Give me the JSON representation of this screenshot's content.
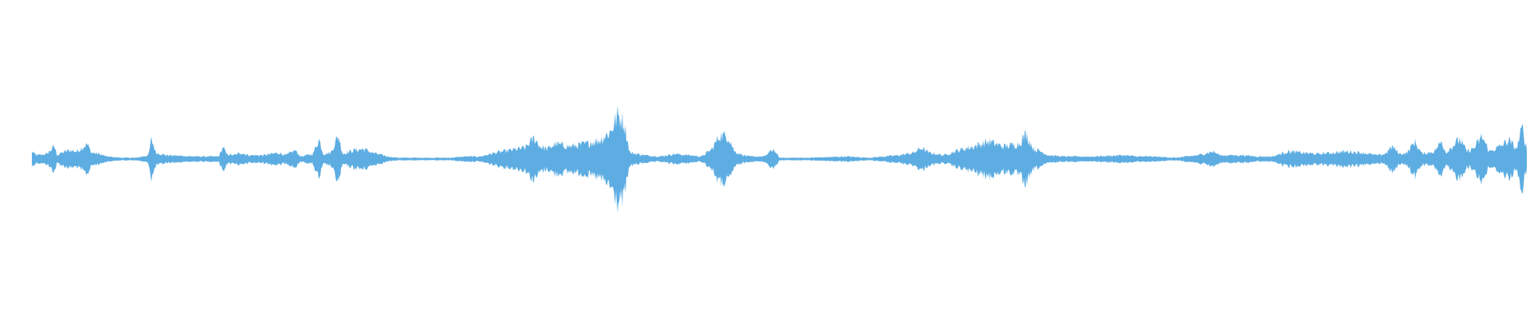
{
  "waveform": {
    "color": "#5DADE2",
    "background": "#ffffff",
    "amplitude_range": [
      -1,
      1
    ],
    "time_range": [
      0,
      1
    ],
    "envelope": [
      [
        0.0,
        0.06
      ],
      [
        0.003,
        0.03
      ],
      [
        0.01,
        0.04
      ],
      [
        0.015,
        0.1
      ],
      [
        0.017,
        0.03
      ],
      [
        0.02,
        0.05
      ],
      [
        0.025,
        0.07
      ],
      [
        0.03,
        0.06
      ],
      [
        0.037,
        0.12
      ],
      [
        0.04,
        0.05
      ],
      [
        0.045,
        0.04
      ],
      [
        0.05,
        0.02
      ],
      [
        0.06,
        0.01
      ],
      [
        0.07,
        0.01
      ],
      [
        0.078,
        0.03
      ],
      [
        0.08,
        0.16
      ],
      [
        0.083,
        0.05
      ],
      [
        0.09,
        0.03
      ],
      [
        0.11,
        0.02
      ],
      [
        0.12,
        0.02
      ],
      [
        0.125,
        0.02
      ],
      [
        0.128,
        0.1
      ],
      [
        0.13,
        0.04
      ],
      [
        0.135,
        0.03
      ],
      [
        0.14,
        0.05
      ],
      [
        0.145,
        0.03
      ],
      [
        0.155,
        0.03
      ],
      [
        0.165,
        0.05
      ],
      [
        0.17,
        0.03
      ],
      [
        0.176,
        0.07
      ],
      [
        0.18,
        0.02
      ],
      [
        0.188,
        0.04
      ],
      [
        0.192,
        0.16
      ],
      [
        0.195,
        0.04
      ],
      [
        0.2,
        0.05
      ],
      [
        0.205,
        0.19
      ],
      [
        0.208,
        0.04
      ],
      [
        0.215,
        0.07
      ],
      [
        0.222,
        0.08
      ],
      [
        0.228,
        0.05
      ],
      [
        0.238,
        0.02
      ],
      [
        0.245,
        0.01
      ],
      [
        0.255,
        0.01
      ],
      [
        0.28,
        0.01
      ],
      [
        0.29,
        0.02
      ],
      [
        0.3,
        0.02
      ],
      [
        0.31,
        0.05
      ],
      [
        0.32,
        0.07
      ],
      [
        0.33,
        0.09
      ],
      [
        0.336,
        0.17
      ],
      [
        0.34,
        0.1
      ],
      [
        0.345,
        0.08
      ],
      [
        0.35,
        0.12
      ],
      [
        0.36,
        0.1
      ],
      [
        0.37,
        0.12
      ],
      [
        0.38,
        0.15
      ],
      [
        0.387,
        0.22
      ],
      [
        0.392,
        0.35
      ],
      [
        0.396,
        0.3
      ],
      [
        0.4,
        0.05
      ],
      [
        0.405,
        0.04
      ],
      [
        0.41,
        0.03
      ],
      [
        0.42,
        0.02
      ],
      [
        0.43,
        0.04
      ],
      [
        0.44,
        0.03
      ],
      [
        0.448,
        0.02
      ],
      [
        0.455,
        0.08
      ],
      [
        0.46,
        0.19
      ],
      [
        0.466,
        0.18
      ],
      [
        0.47,
        0.06
      ],
      [
        0.476,
        0.03
      ],
      [
        0.48,
        0.02
      ],
      [
        0.49,
        0.02
      ],
      [
        0.496,
        0.08
      ],
      [
        0.5,
        0.01
      ],
      [
        0.52,
        0.01
      ],
      [
        0.545,
        0.02
      ],
      [
        0.56,
        0.01
      ],
      [
        0.58,
        0.03
      ],
      [
        0.59,
        0.05
      ],
      [
        0.595,
        0.09
      ],
      [
        0.6,
        0.05
      ],
      [
        0.61,
        0.03
      ],
      [
        0.62,
        0.07
      ],
      [
        0.63,
        0.1
      ],
      [
        0.64,
        0.14
      ],
      [
        0.65,
        0.1
      ],
      [
        0.66,
        0.12
      ],
      [
        0.665,
        0.2
      ],
      [
        0.67,
        0.08
      ],
      [
        0.675,
        0.06
      ],
      [
        0.68,
        0.03
      ],
      [
        0.69,
        0.02
      ],
      [
        0.7,
        0.02
      ],
      [
        0.71,
        0.02
      ],
      [
        0.73,
        0.03
      ],
      [
        0.74,
        0.02
      ],
      [
        0.75,
        0.02
      ],
      [
        0.765,
        0.01
      ],
      [
        0.78,
        0.03
      ],
      [
        0.79,
        0.06
      ],
      [
        0.795,
        0.03
      ],
      [
        0.81,
        0.03
      ],
      [
        0.82,
        0.02
      ],
      [
        0.83,
        0.02
      ],
      [
        0.84,
        0.06
      ],
      [
        0.85,
        0.05
      ],
      [
        0.86,
        0.04
      ],
      [
        0.87,
        0.05
      ],
      [
        0.88,
        0.06
      ],
      [
        0.89,
        0.05
      ],
      [
        0.9,
        0.03
      ],
      [
        0.905,
        0.04
      ],
      [
        0.91,
        0.1
      ],
      [
        0.915,
        0.04
      ],
      [
        0.92,
        0.05
      ],
      [
        0.925,
        0.14
      ],
      [
        0.93,
        0.04
      ],
      [
        0.938,
        0.06
      ],
      [
        0.943,
        0.14
      ],
      [
        0.946,
        0.05
      ],
      [
        0.95,
        0.1
      ],
      [
        0.955,
        0.16
      ],
      [
        0.96,
        0.06
      ],
      [
        0.965,
        0.09
      ],
      [
        0.97,
        0.18
      ],
      [
        0.975,
        0.06
      ],
      [
        0.982,
        0.1
      ],
      [
        0.988,
        0.15
      ],
      [
        0.993,
        0.08
      ],
      [
        0.997,
        0.25
      ],
      [
        1.0,
        0.08
      ]
    ]
  }
}
